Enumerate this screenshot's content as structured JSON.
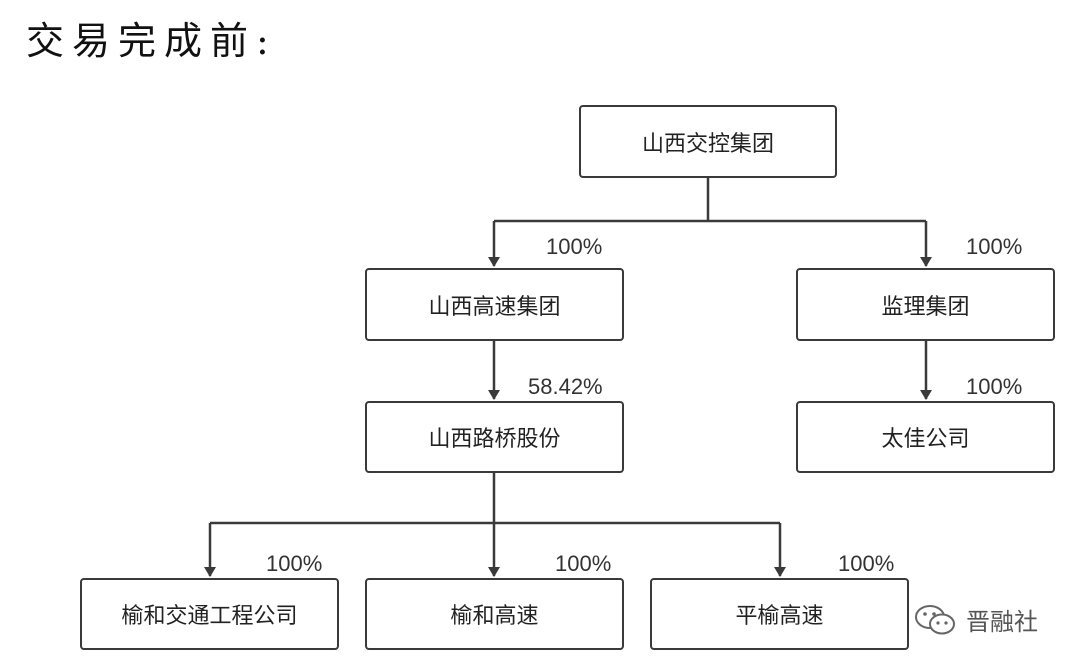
{
  "title": "交易完成前:",
  "nodes": {
    "root": "山西交控集团",
    "highway_group": "山西高速集团",
    "supervision_group": "监理集团",
    "luqiao": "山西路桥股份",
    "taijia": "太佳公司",
    "yuhe_eng": "榆和交通工程公司",
    "yuhe_highway": "榆和高速",
    "pingyu_highway": "平榆高速"
  },
  "edges": {
    "root_to_highway": "100%",
    "root_to_supervision": "100%",
    "highway_to_luqiao": "58.42%",
    "supervision_to_taijia": "100%",
    "luqiao_to_yuhe_eng": "100%",
    "luqiao_to_yuhe_highway": "100%",
    "luqiao_to_pingyu": "100%"
  },
  "watermark": {
    "icon": "wechat-icon",
    "text": "晋融社"
  }
}
